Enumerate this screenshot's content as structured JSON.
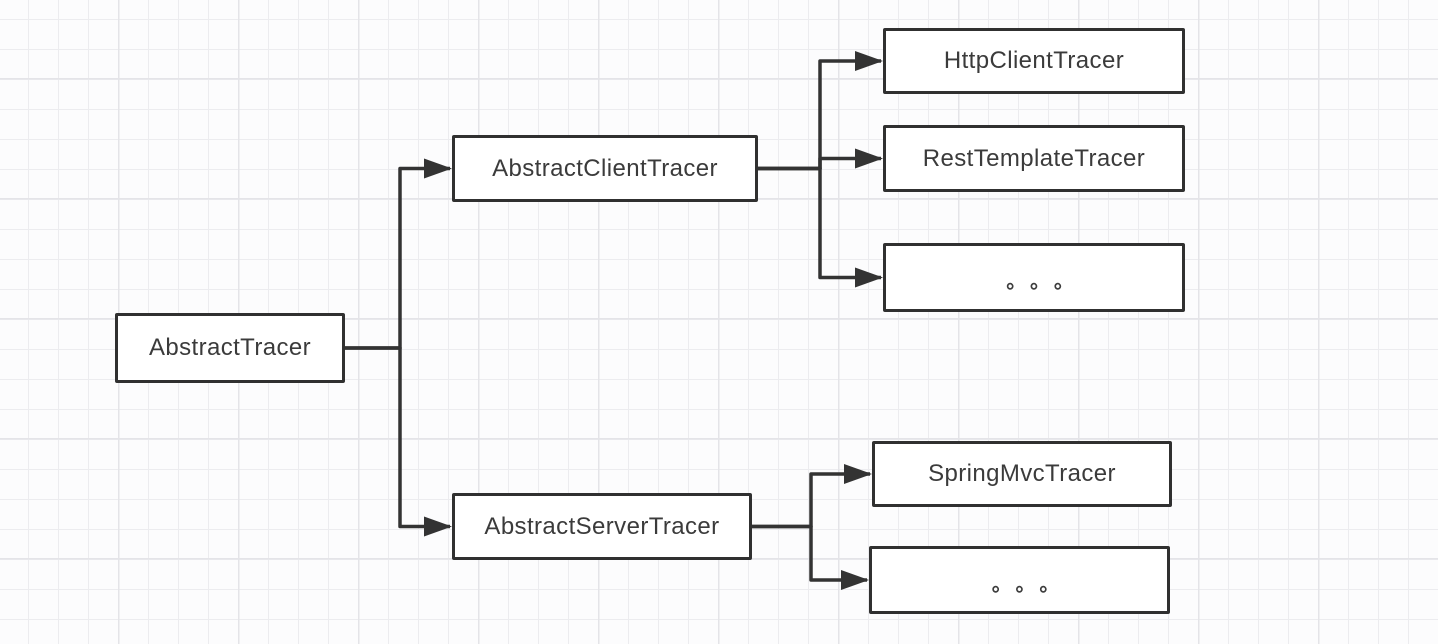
{
  "theme": {
    "canvas-bg": "#fcfcfd",
    "grid-minor": "#ececef",
    "grid-major": "#e4e4e8",
    "node-fill": "#ffffff",
    "node-border": "#303030",
    "node-text": "#3b3b3b",
    "edge-color": "#333333"
  },
  "diagram": {
    "type": "flowchart-hierarchy",
    "nodes": [
      {
        "id": "abstract-tracer",
        "label": "AbstractTracer"
      },
      {
        "id": "abstract-client-tracer",
        "label": "AbstractClientTracer"
      },
      {
        "id": "http-client-tracer",
        "label": "HttpClientTracer"
      },
      {
        "id": "rest-template-tracer",
        "label": "RestTemplateTracer"
      },
      {
        "id": "client-more",
        "label": "◦ ◦ ◦"
      },
      {
        "id": "abstract-server-tracer",
        "label": "AbstractServerTracer"
      },
      {
        "id": "spring-mvc-tracer",
        "label": "SpringMvcTracer"
      },
      {
        "id": "server-more",
        "label": "◦ ◦ ◦"
      }
    ],
    "edges": [
      {
        "from": "abstract-tracer",
        "to": "abstract-client-tracer"
      },
      {
        "from": "abstract-tracer",
        "to": "abstract-server-tracer"
      },
      {
        "from": "abstract-client-tracer",
        "to": "http-client-tracer"
      },
      {
        "from": "abstract-client-tracer",
        "to": "rest-template-tracer"
      },
      {
        "from": "abstract-client-tracer",
        "to": "client-more"
      },
      {
        "from": "abstract-server-tracer",
        "to": "spring-mvc-tracer"
      },
      {
        "from": "abstract-server-tracer",
        "to": "server-more"
      }
    ]
  }
}
